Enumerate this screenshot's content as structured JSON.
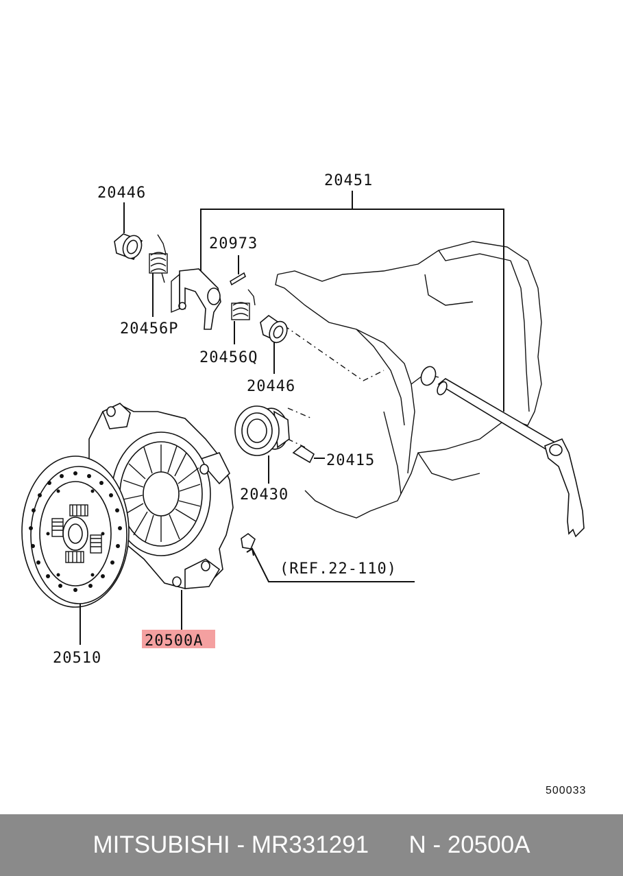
{
  "diagram": {
    "labels": {
      "p20451": "20451",
      "p20446_top": "20446",
      "p20973": "20973",
      "p20456P": "20456P",
      "p20456Q": "20456Q",
      "p20446_bottom": "20446",
      "p20415": "20415",
      "p20430": "20430",
      "p20500A": "20500A",
      "p20510": "20510",
      "ref": "(REF.22-110)"
    },
    "highlight_part": "20500A",
    "highlight_color": "#f4a0a0",
    "image_code": "500033"
  },
  "footer": {
    "text": "MITSUBISHI - MR331291      N - 20500A",
    "background": "#8a8a8a",
    "text_color": "#ffffff"
  }
}
